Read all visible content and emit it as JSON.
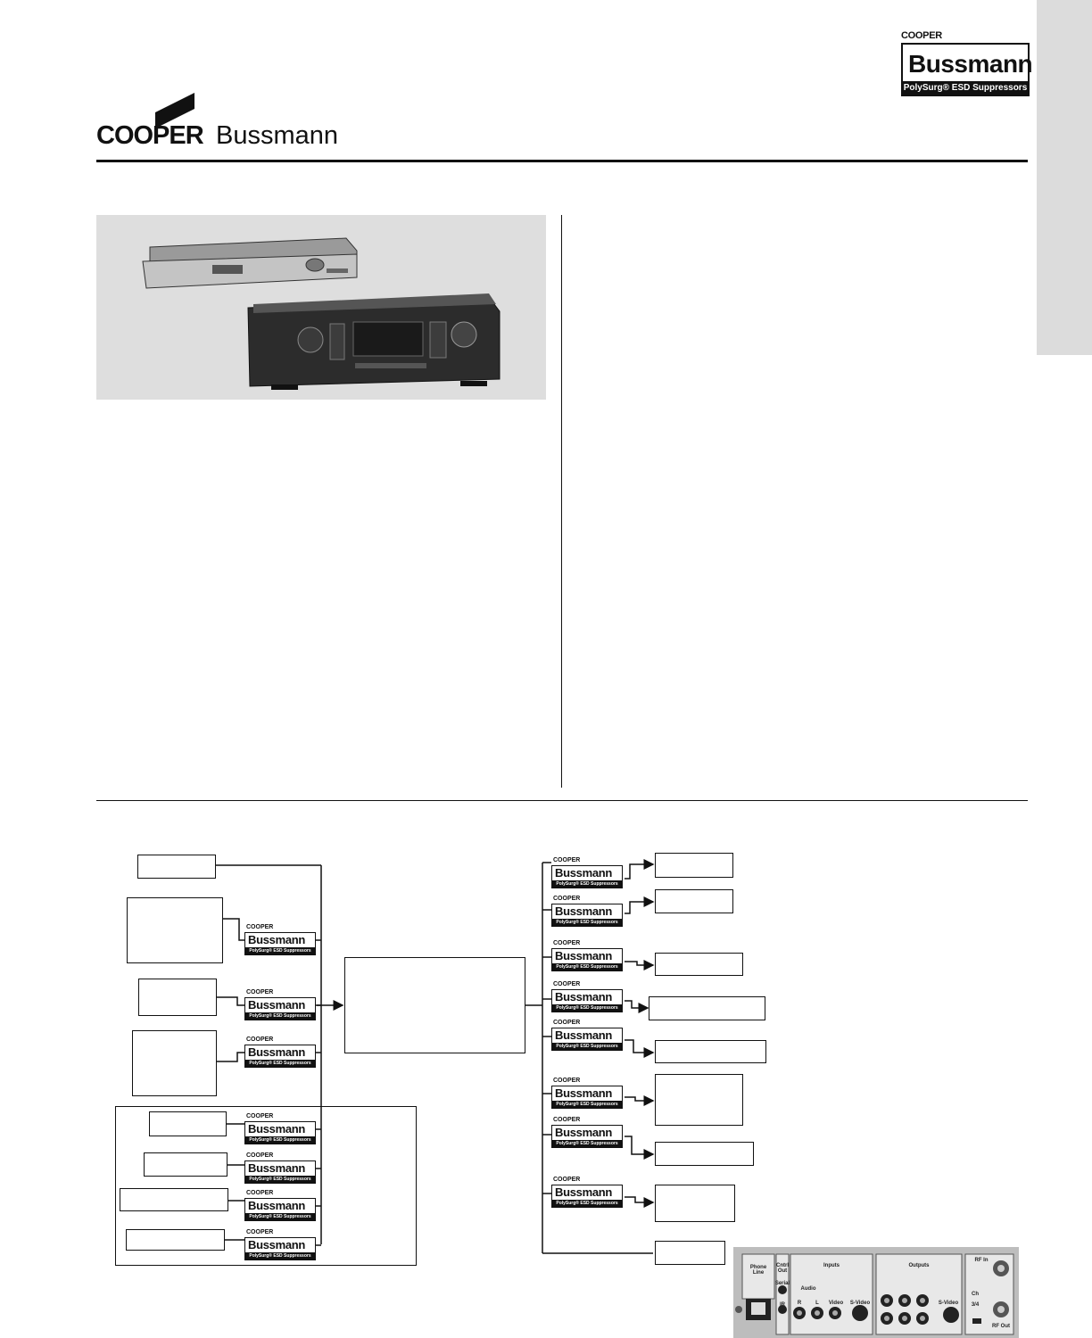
{
  "badge": {
    "brand_small": "COOPER",
    "brand_name": "Bussmann",
    "tagline": "PolySurg® ESD Suppressors"
  },
  "logo": {
    "part1": "COOPER",
    "part2": "Bussmann"
  },
  "diagram": {
    "suppressor_brand_small": "COOPER",
    "suppressor_name": "Bussmann",
    "suppressor_tagline": "PolySurg® ESD Suppressors"
  },
  "rear_panel": {
    "phone_line": "Phone Line",
    "cntrl_out": "Cntrl Out",
    "serial": "Serial",
    "ir": "IR",
    "inputs": "Inputs",
    "audio": "Audio",
    "r": "R",
    "l": "L",
    "video": "Video",
    "s_video_in": "S-Video",
    "outputs": "Outputs",
    "s_video_out": "S-Video",
    "rf_in": "RF In",
    "ch": "Ch",
    "ch_value": "3/4",
    "rf_out": "RF Out"
  },
  "colors": {
    "ink": "#111111",
    "side_tab": "#dcdcdc",
    "photo_bg": "#dedede"
  }
}
